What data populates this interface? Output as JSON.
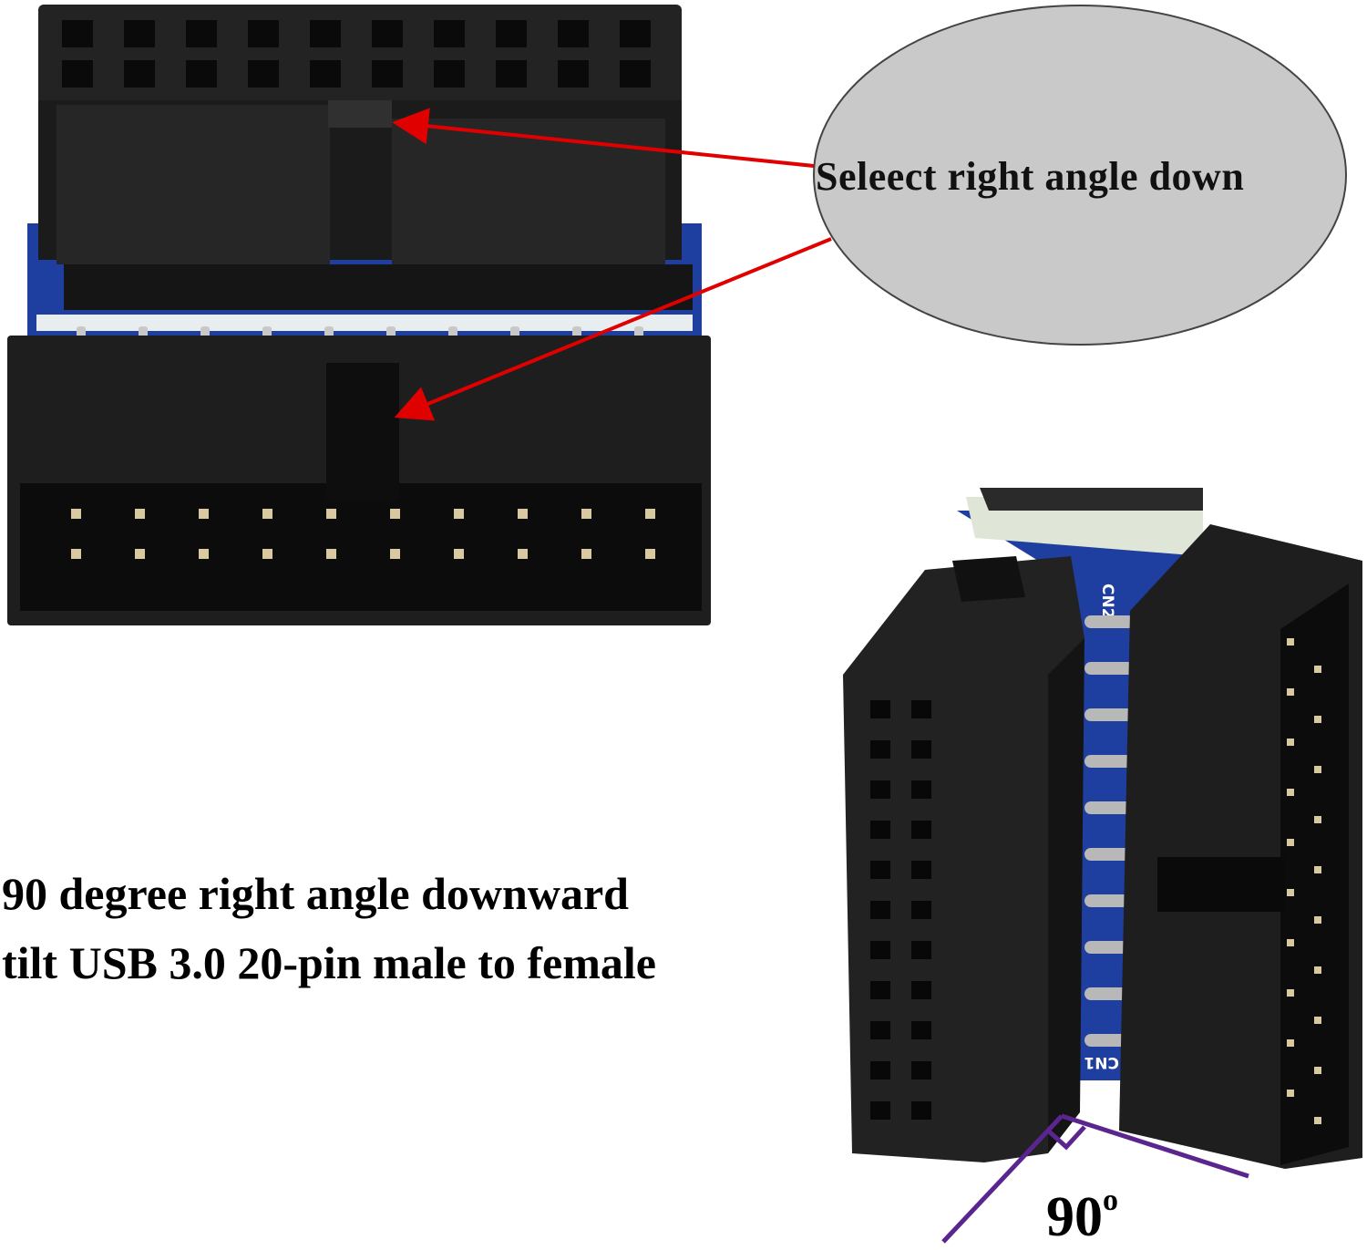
{
  "callout": {
    "text": "Seleect right angle down"
  },
  "caption": {
    "line1": "90 degree right angle downward",
    "line2": "tilt USB 3.0 20-pin male to female"
  },
  "angle_label": {
    "value": "90",
    "unit": "o"
  },
  "pcb_labels": {
    "cn2": "CN2",
    "cn1": "CN1"
  },
  "colors": {
    "connector_body": "#1e1e1e",
    "pcb_blue": "#1f3fa0",
    "arrow_red": "#e00000",
    "callout_fill": "#c9c9c9",
    "angle_lines": "#5b2590"
  }
}
